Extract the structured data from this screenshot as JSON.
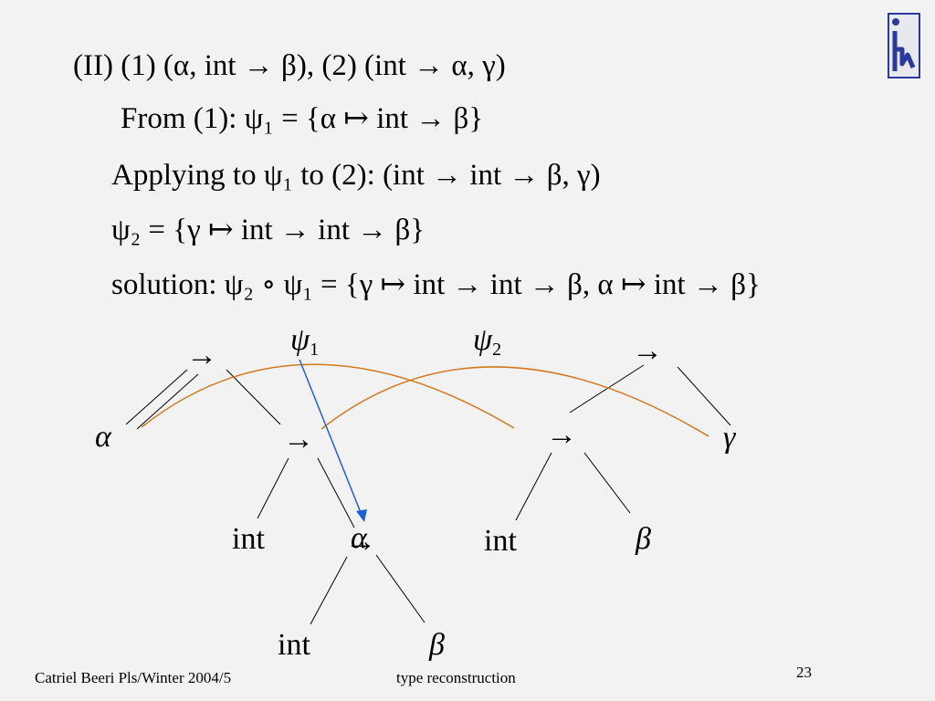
{
  "slide": {
    "line1": "(II) (1) (α, int → β), (2) (int → α, γ)",
    "line2": "From (1):  ψ₁ = {α ↦ int → β}",
    "line3": "Applying to  ψ₁  to (2): (int → int → β, γ)",
    "line4": "ψ₂ = {γ ↦ int → int → β}",
    "line5": "solution:  ψ₂ ∘ ψ₁ = {γ ↦ int → int → β, α ↦ int → β}"
  },
  "diagram": {
    "psi1": "ψ",
    "psi1_sub": "1",
    "psi2": "ψ",
    "psi2_sub": "2",
    "arrow": "→",
    "alpha": "α",
    "beta": "β",
    "gamma": "γ",
    "int": "int",
    "curve_color": "#d2781e",
    "pointer_color": "#1f5fd6"
  },
  "footer": {
    "author": "Catriel Beeri Pls/Winter 2004/5",
    "topic": "type reconstruction",
    "page": "23"
  },
  "colors": {
    "background": "#f2f2f2",
    "logo_blue": "#2a3a9a"
  },
  "icons": {
    "logo": "university-logo-icon"
  }
}
